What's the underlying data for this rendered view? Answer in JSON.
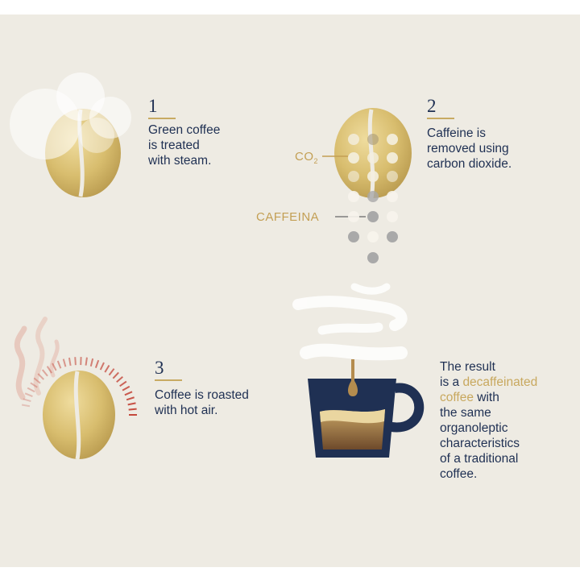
{
  "steps": [
    {
      "number": "1",
      "text": "Green coffee\nis treated\nwith steam."
    },
    {
      "number": "2",
      "text": "Caffeine is\nremoved using\ncarbon dioxide."
    },
    {
      "number": "3",
      "text": "Coffee is roasted\nwith hot air."
    }
  ],
  "result": {
    "line1": "The result\nis a ",
    "highlight": "decaffeinated\ncoffee",
    "line2": " with\nthe same\norganoleptic\ncharacteristics\nof a traditional\ncoffee."
  },
  "labels": {
    "co2_main": "CO",
    "co2_sub": "2",
    "caffeine": "CAFFEINA"
  },
  "colors": {
    "navy": "#1f3053",
    "gold": "#c8a85e",
    "background": "#eeebe3",
    "heat_red": "#c4493d"
  },
  "icons": [
    "steam-cloud-icon",
    "coffee-bean-icon",
    "heat-gauge-icon",
    "coffee-cup-icon"
  ]
}
